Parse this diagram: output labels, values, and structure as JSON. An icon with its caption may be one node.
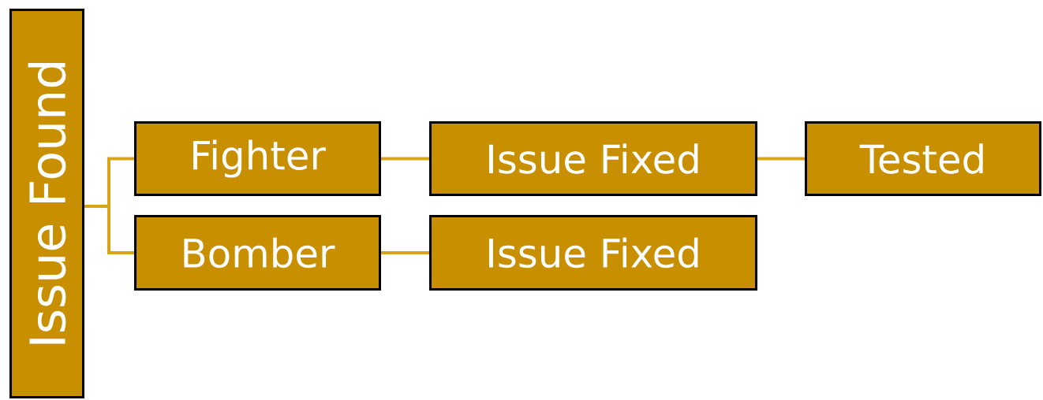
{
  "diagram": {
    "nodes": [
      {
        "text": [
          "Issue Found"
        ]
      },
      {
        "text": [
          "Fighter"
        ]
      },
      {
        "text": [
          "Bomber"
        ]
      },
      {
        "text": [
          "Issue Fixed"
        ]
      },
      {
        "text": [
          "Issue Fixed"
        ]
      },
      {
        "text": [
          "Tested"
        ]
      }
    ],
    "edges": [
      {
        "from": 0,
        "to": 1,
        "arrow": "none"
      },
      {
        "from": 0,
        "to": 2,
        "arrow": "none"
      },
      {
        "from": 1,
        "to": 3,
        "arrow": "none"
      },
      {
        "from": 2,
        "to": 4,
        "arrow": "none"
      },
      {
        "from": 3,
        "to": 5,
        "arrow": "none"
      }
    ]
  }
}
